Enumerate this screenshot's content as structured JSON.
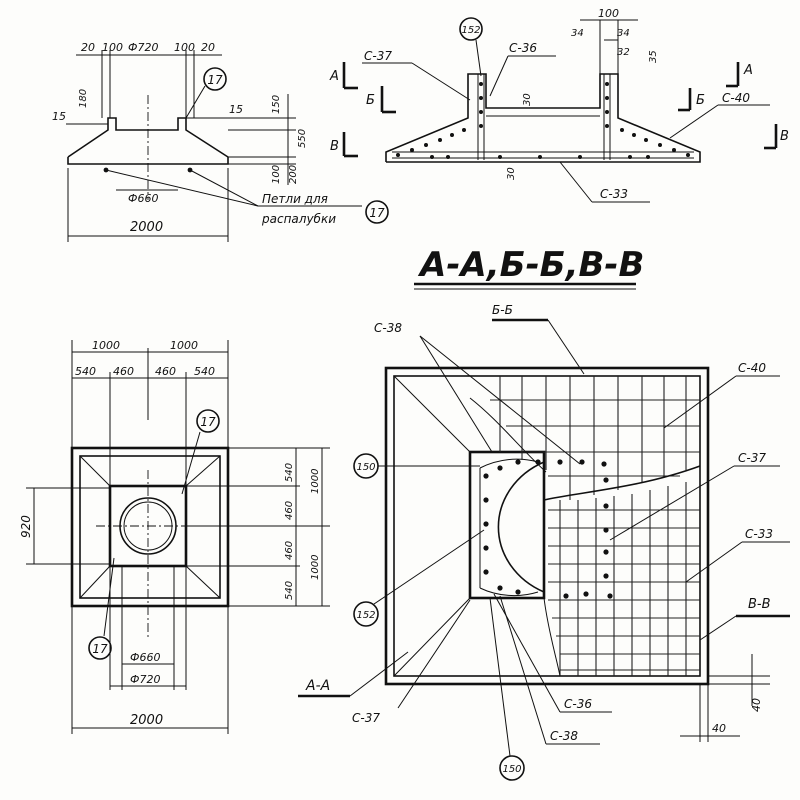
{
  "section_title": "А-А,Б-Б,В-В",
  "front_view": {
    "dims_top": [
      "20",
      "100",
      "Ф720",
      "100",
      "20"
    ],
    "dims_left": [
      "180",
      "15"
    ],
    "dims_right": [
      "15",
      "150",
      "550",
      "100",
      "200"
    ],
    "dim_inner_dia": "Ф660",
    "dim_width": "2000",
    "callout": "17",
    "loops_label_line1": "Петли для",
    "loops_label_line2": "распалубки"
  },
  "section_view": {
    "callout": "152",
    "dims_top": [
      "100",
      "34",
      "34",
      "32",
      "35"
    ],
    "dims_mid": [
      "30",
      "30"
    ],
    "labels": [
      "С-37",
      "С-36",
      "С-40",
      "С-33"
    ],
    "cut_a": "А",
    "cut_b": "Б",
    "cut_c": "В"
  },
  "plan_view": {
    "dims_top_row1": [
      "1000",
      "1000"
    ],
    "dims_top_row2": [
      "540",
      "460",
      "460",
      "540"
    ],
    "dims_right_top": [
      "540",
      "460",
      "1000"
    ],
    "dims_right_bottom": [
      "460",
      "540",
      "1000"
    ],
    "dim_left": "920",
    "dim_d660": "Ф660",
    "dim_d720": "Ф720",
    "dim_width": "2000",
    "callouts": [
      "17",
      "17"
    ]
  },
  "rebar_plan": {
    "label_bb": "Б-Б",
    "label_vv": "В-В",
    "label_aa": "А-А",
    "labels_left": [
      "С-38",
      "С-37"
    ],
    "labels_right": [
      "С-40",
      "С-37",
      "С-33"
    ],
    "labels_bottom": [
      "С-36",
      "С-38"
    ],
    "callouts": [
      "150",
      "152",
      "150"
    ],
    "dim_40_v": "40",
    "dim_40_h": "40"
  }
}
